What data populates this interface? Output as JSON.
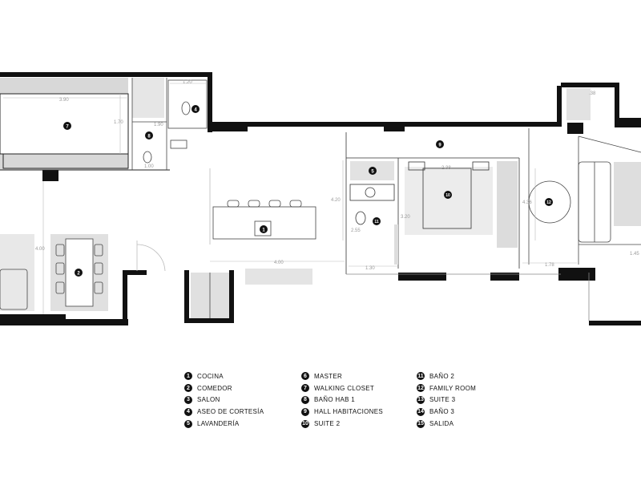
{
  "rooms": [
    {
      "num": "1",
      "label": "COCINA"
    },
    {
      "num": "2",
      "label": "COMEDOR"
    },
    {
      "num": "3",
      "label": "SALON"
    },
    {
      "num": "4",
      "label": "ASEO DE CORTESÍA"
    },
    {
      "num": "5",
      "label": "LAVANDERÍA"
    },
    {
      "num": "6",
      "label": "MASTER"
    },
    {
      "num": "7",
      "label": "WALKING CLOSET"
    },
    {
      "num": "8",
      "label": "BAÑO HAB 1"
    },
    {
      "num": "9",
      "label": "HALL HABITACIONES"
    },
    {
      "num": "10",
      "label": "SUITE 2"
    },
    {
      "num": "11",
      "label": "BAÑO 2"
    },
    {
      "num": "12",
      "label": "FAMILY ROOM"
    },
    {
      "num": "13",
      "label": "SUITE 3"
    },
    {
      "num": "14",
      "label": "BAÑO 3"
    },
    {
      "num": "15",
      "label": "SALIDA"
    }
  ],
  "dimensions": {
    "closet_width": "3.90",
    "closet_depth": "1.70",
    "aseo_width": "1.20",
    "bano_hab1_h": "1.90",
    "bano_hab1_w": "1.00",
    "comedor_depth": "4.00",
    "kitchen_width": "4.00",
    "hall_depth": "4.20",
    "bano2_depth": "2.55",
    "bano2_width": "1.30",
    "suite2_width": "2.38",
    "suite2_depth": "3.20",
    "family_depth": "4.36",
    "family_width": "1.78",
    "top_right": ".38",
    "right_edge": "1.45"
  }
}
